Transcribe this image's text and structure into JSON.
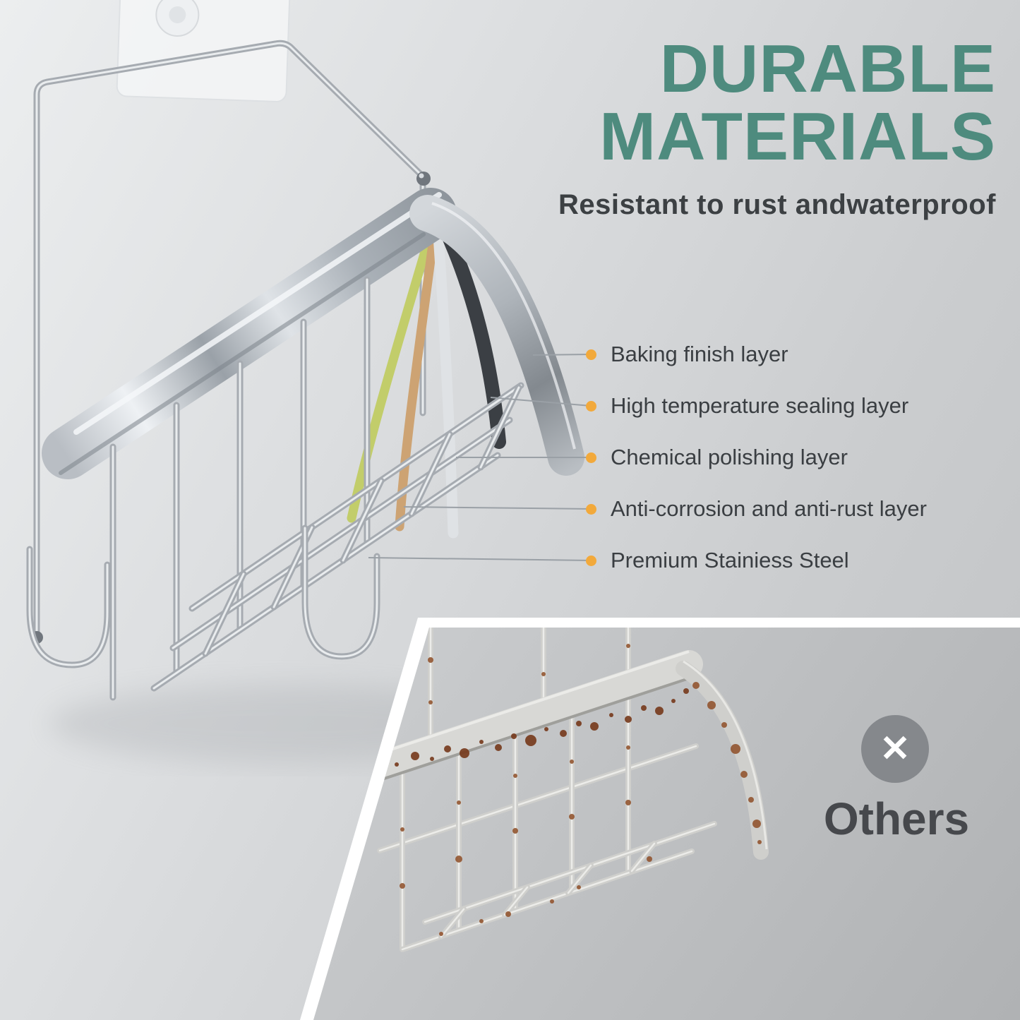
{
  "title": {
    "line1": "DURABLE",
    "line2": "MATERIALS",
    "subtitle": "Resistant to rust andwaterproof"
  },
  "callouts": {
    "items": [
      {
        "label": "Baking finish layer"
      },
      {
        "label": "High temperature sealing layer"
      },
      {
        "label": "Chemical polishing layer"
      },
      {
        "label": "Anti-corrosion and anti-rust layer"
      },
      {
        "label": "Premium Stainiess Steel"
      }
    ]
  },
  "comparison": {
    "label": "Others",
    "x_icon": "✕"
  },
  "colors": {
    "accent_teal": "#4E8B7E",
    "bullet_orange": "#F2A93B",
    "text_dark": "#3C4043",
    "x_badge_gray": "#85888C"
  }
}
